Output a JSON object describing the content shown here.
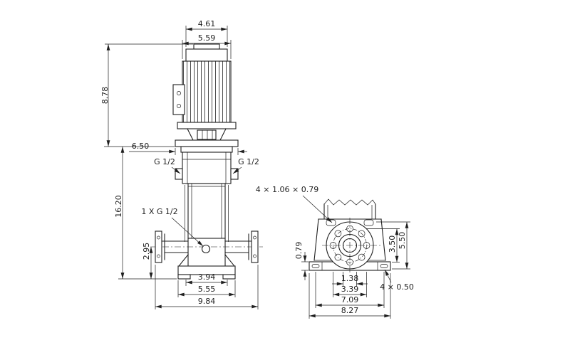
{
  "colors": {
    "line": "#1f1f1f",
    "background": "#ffffff"
  },
  "front": {
    "d_top_width": "4.61",
    "d_motor_width": "5.59",
    "d_motor_height": "8.78",
    "d_head_width": "6.50",
    "port_left": "G 1/2",
    "port_right": "G 1/2",
    "d_pump_height": "16.20",
    "drain_port": "1 X G 1/2",
    "d_port_height": "2.95",
    "d_chamber_width": "3.94",
    "d_base_width": "5.55",
    "d_overall_width": "9.84"
  },
  "side": {
    "slot_note": "4 × 1.06 × 0.79",
    "d_plate_height": "0.79",
    "d_bolt_span": "3.50",
    "d_flange_od": "5.50",
    "d_port_bore": "1.38",
    "d_bolt_spacing": "3.39",
    "d_foot_spacing": "7.09",
    "d_base_length": "8.27",
    "foot_hole_note": "4 × 0.50"
  }
}
